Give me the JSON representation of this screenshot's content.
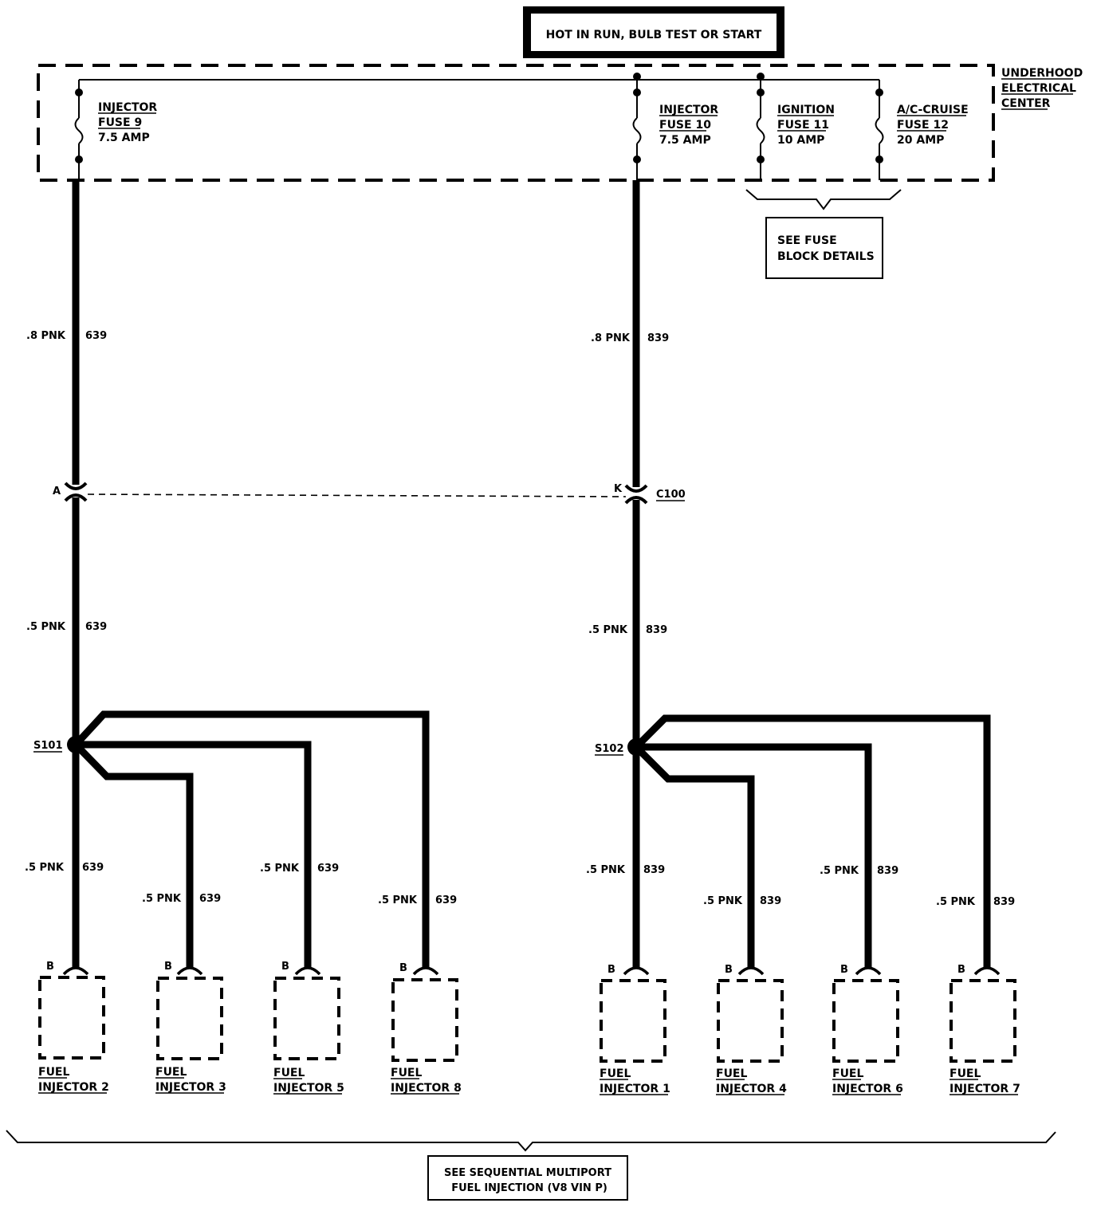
{
  "header": {
    "power_label": "HOT IN RUN, BULB TEST OR START"
  },
  "electrical_center": {
    "label_line1": "UNDERHOOD",
    "label_line2": "ELECTRICAL",
    "label_line3": "CENTER"
  },
  "fuses": [
    {
      "name": "INJECTOR",
      "number": "FUSE 9",
      "rating": "7.5 AMP"
    },
    {
      "name": "INJECTOR",
      "number": "FUSE 10",
      "rating": "7.5 AMP"
    },
    {
      "name": "IGNITION",
      "number": "FUSE 11",
      "rating": "10 AMP"
    },
    {
      "name": "A/C-CRUISE",
      "number": "FUSE 12",
      "rating": "20 AMP"
    }
  ],
  "fuse_block_note": {
    "line1": "SEE FUSE",
    "line2": "BLOCK DETAILS"
  },
  "connector": {
    "name": "C100",
    "pin_left": "A",
    "pin_right": "K"
  },
  "wires": {
    "left_upper": {
      "gauge": ".8 PNK",
      "circuit": "639"
    },
    "right_upper": {
      "gauge": ".8 PNK",
      "circuit": "839"
    },
    "left_lower": {
      "gauge": ".5 PNK",
      "circuit": "639"
    },
    "right_lower": {
      "gauge": ".5 PNK",
      "circuit": "839"
    }
  },
  "splices": {
    "left": "S101",
    "right": "S102"
  },
  "injectors": [
    {
      "pin": "B",
      "label_line1": "FUEL",
      "label_line2": "INJECTOR 2",
      "gauge": ".5 PNK",
      "circuit": "639"
    },
    {
      "pin": "B",
      "label_line1": "FUEL",
      "label_line2": "INJECTOR 3",
      "gauge": ".5 PNK",
      "circuit": "639"
    },
    {
      "pin": "B",
      "label_line1": "FUEL",
      "label_line2": "INJECTOR 5",
      "gauge": ".5 PNK",
      "circuit": "639"
    },
    {
      "pin": "B",
      "label_line1": "FUEL",
      "label_line2": "INJECTOR 8",
      "gauge": ".5 PNK",
      "circuit": "639"
    },
    {
      "pin": "B",
      "label_line1": "FUEL",
      "label_line2": "INJECTOR 1",
      "gauge": ".5 PNK",
      "circuit": "839"
    },
    {
      "pin": "B",
      "label_line1": "FUEL",
      "label_line2": "INJECTOR 4",
      "gauge": ".5 PNK",
      "circuit": "839"
    },
    {
      "pin": "B",
      "label_line1": "FUEL",
      "label_line2": "INJECTOR 6",
      "gauge": ".5 PNK",
      "circuit": "839"
    },
    {
      "pin": "B",
      "label_line1": "FUEL",
      "label_line2": "INJECTOR 7",
      "gauge": ".5 PNK",
      "circuit": "839"
    }
  ],
  "footer_note": {
    "line1": "SEE SEQUENTIAL MULTIPORT",
    "line2": "FUEL INJECTION  (V8  VIN P)"
  }
}
